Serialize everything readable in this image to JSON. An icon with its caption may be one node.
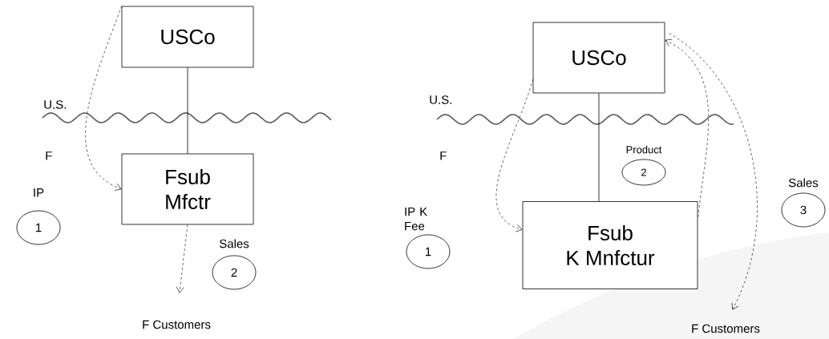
{
  "diagram": {
    "nodes": [
      {
        "text": [
          "USCo"
        ]
      },
      {
        "text": [
          "Fsub",
          "Mfctr"
        ]
      },
      {
        "text": [
          "F Customers"
        ]
      },
      {
        "text": [
          "1"
        ],
        "beside": [
          "IP"
        ]
      },
      {
        "text": [
          "2"
        ],
        "beside": [
          "Sales"
        ]
      },
      {
        "text": [
          "USCo"
        ]
      },
      {
        "text": [
          "Fsub",
          "K Mnfctur"
        ]
      },
      {
        "text": [
          "F Customers"
        ]
      },
      {
        "text": [
          "1"
        ],
        "beside": [
          "IP K Fee"
        ]
      },
      {
        "text": [
          "2"
        ],
        "beside": [
          "Product"
        ]
      },
      {
        "text": [
          "3"
        ],
        "beside": [
          "Sales"
        ]
      }
    ],
    "edges": [
      {
        "from": 0,
        "to": 1,
        "arrow": "none"
      },
      {
        "from": 0,
        "to": 1,
        "arrow": "to",
        "style": "dashed"
      },
      {
        "from": 1,
        "to": 2,
        "arrow": "to",
        "style": "dashed"
      },
      {
        "from": 5,
        "to": 6,
        "arrow": "none"
      },
      {
        "from": 5,
        "to": 6,
        "arrow": "to",
        "style": "dashed"
      },
      {
        "from": 6,
        "to": 5,
        "arrow": "to",
        "style": "dashed"
      },
      {
        "from": 5,
        "to": 7,
        "arrow": "to",
        "style": "dashed"
      }
    ],
    "labels": [
      "U.S.",
      "F",
      "U.S.",
      "F"
    ]
  }
}
